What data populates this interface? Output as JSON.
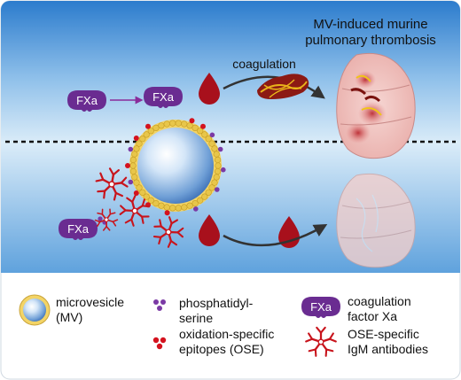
{
  "title": {
    "line1": "MV-induced murine",
    "line2": "pulmonary thrombosis"
  },
  "top_panel": {
    "arrow_label": "coagulation",
    "fxa_label_left": "FXa",
    "fxa_label_bound": "FXa"
  },
  "bottom_panel": {
    "fxa_label": "FXa"
  },
  "legend": {
    "microvesicle_line1": "microvesicle",
    "microvesicle_line2": "(MV)",
    "ps_line1": "phosphatidyl-",
    "ps_line2": "serine",
    "ose_line1": "oxidation-specific",
    "ose_line2": "epitopes (OSE)",
    "fxa_badge": "FXa",
    "fxa_line1": "coagulation",
    "fxa_line2": "factor Xa",
    "igm_line1": "OSE-specific",
    "igm_line2": "IgM antibodies"
  },
  "colors": {
    "sky_top": "#2f7fd0",
    "sky_bottom": "#e6f2fb",
    "fxa_purple": "#6a2c91",
    "ps_purple": "#7b3aa5",
    "ose_red": "#d4121e",
    "blood_red": "#a8101c",
    "membrane_yellow": "#f0c419",
    "lung_pink": "#f3c9c6"
  }
}
